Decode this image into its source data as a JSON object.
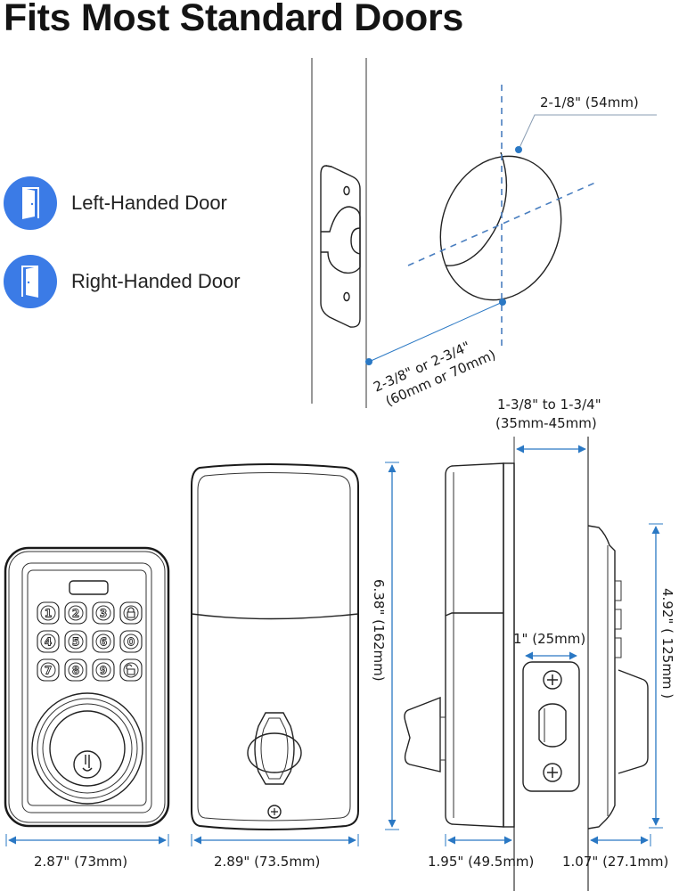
{
  "title": "Fits Most Standard Doors",
  "legend": [
    {
      "icon": "left-handed-door-icon",
      "label": "Left-Handed Door"
    },
    {
      "icon": "right-handed-door-icon",
      "label": "Right-Handed Door"
    }
  ],
  "colors": {
    "accent": "#3b7be6",
    "dimension_line": "#2a78c4",
    "centerline": "#4a7fc0",
    "text": "#141414"
  },
  "door_prep": {
    "bore_diameter": "2-1/8\" (54mm)",
    "backset_line1": "2-3/8\" or 2-3/4\"",
    "backset_line2": "(60mm or 70mm)",
    "door_thickness_line1": "1-3/8\" to 1-3/4\"",
    "door_thickness_line2": "(35mm-45mm)"
  },
  "keypad": {
    "keys": [
      "1",
      "2",
      "3",
      "lock",
      "4",
      "5",
      "6",
      "0",
      "7",
      "8",
      "9",
      "unlock"
    ],
    "width_label": "2.87\" (73mm)"
  },
  "interior": {
    "width_label": "2.89\" (73.5mm)",
    "height_label": "6.38\" (162mm)"
  },
  "side_view": {
    "interior_depth_label": "1.95\" (49.5mm)",
    "exterior_depth_label": "1.07\" (27.1mm)",
    "exterior_height_label": "4.92\" ( 125mm )",
    "latch_width_label": "1\" (25mm)"
  }
}
